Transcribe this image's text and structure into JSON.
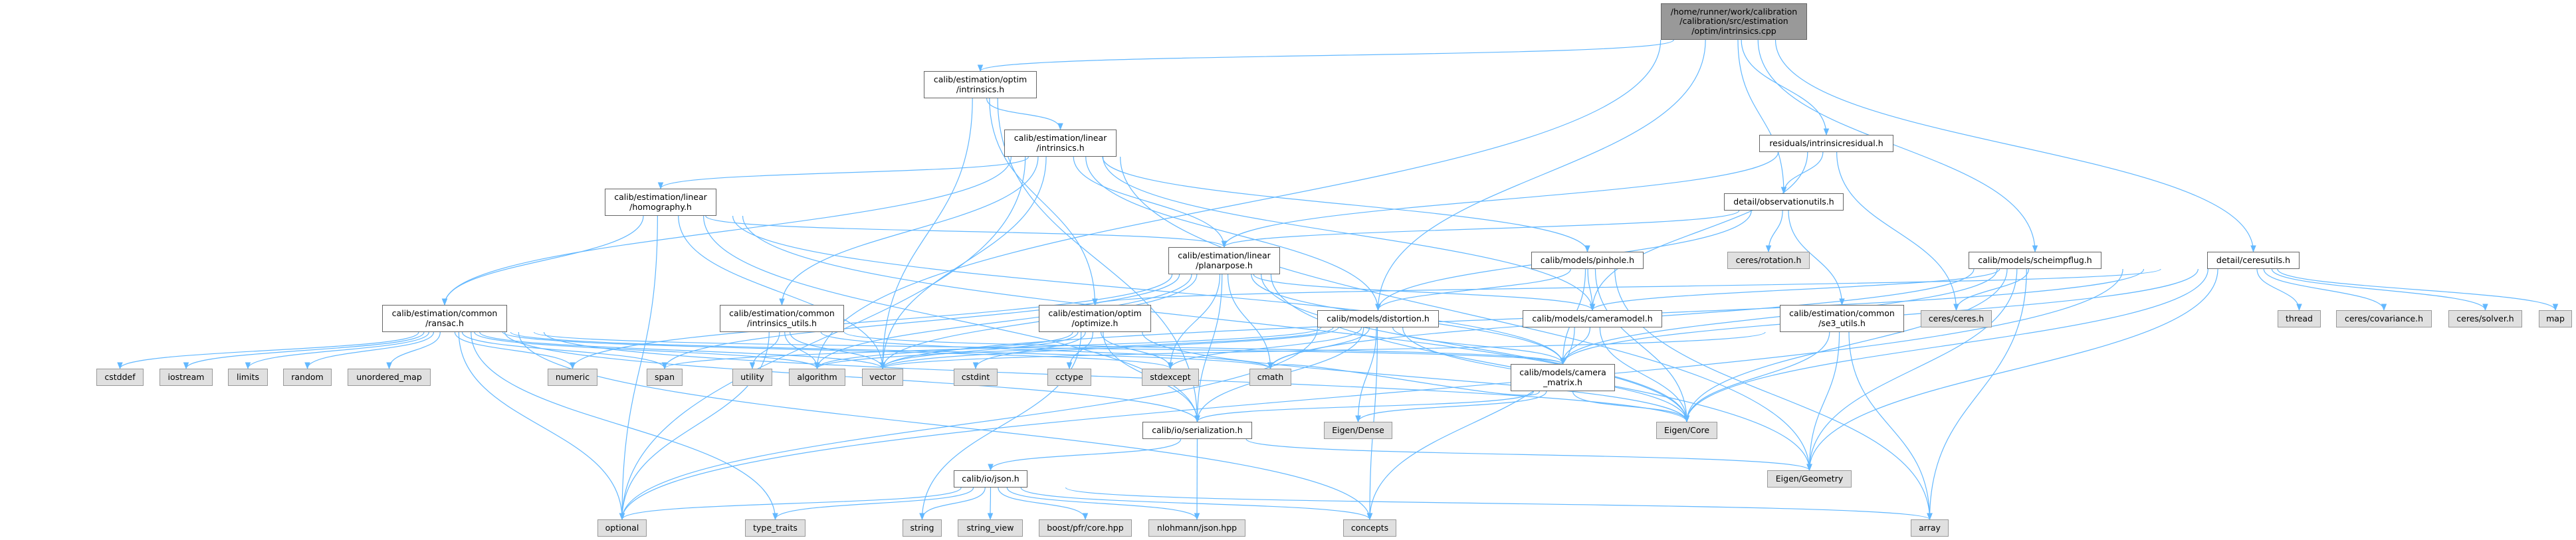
{
  "graph": {
    "edge_color": "#63b8ff",
    "nodes": {
      "main": {
        "kind": "main",
        "lines": [
          "/home/runner/work/calibration",
          "/calibration/src/estimation",
          "/optim/intrinsics.cpp"
        ]
      },
      "optim_intrinsics": {
        "kind": "file",
        "lines": [
          "calib/estimation/optim",
          "/intrinsics.h"
        ]
      },
      "linear_intrinsics": {
        "kind": "file",
        "lines": [
          "calib/estimation/linear",
          "/intrinsics.h"
        ]
      },
      "homography": {
        "kind": "file",
        "lines": [
          "calib/estimation/linear",
          "/homography.h"
        ]
      },
      "intrinsicresidual": {
        "kind": "file",
        "lines": [
          "residuals/intrinsicresidual.h"
        ]
      },
      "observationutils": {
        "kind": "file",
        "lines": [
          "detail/observationutils.h"
        ]
      },
      "planarpose": {
        "kind": "file",
        "lines": [
          "calib/estimation/linear",
          "/planarpose.h"
        ]
      },
      "pinhole": {
        "kind": "file",
        "lines": [
          "calib/models/pinhole.h"
        ]
      },
      "rotation": {
        "kind": "ext",
        "lines": [
          "ceres/rotation.h"
        ]
      },
      "scheimpflug": {
        "kind": "file",
        "lines": [
          "calib/models/scheimpflug.h"
        ]
      },
      "ceresutils": {
        "kind": "file",
        "lines": [
          "detail/ceresutils.h"
        ]
      },
      "ransac": {
        "kind": "file",
        "lines": [
          "calib/estimation/common",
          "/ransac.h"
        ]
      },
      "intrinsics_utils": {
        "kind": "file",
        "lines": [
          "calib/estimation/common",
          "/intrinsics_utils.h"
        ]
      },
      "optimize": {
        "kind": "file",
        "lines": [
          "calib/estimation/optim",
          "/optimize.h"
        ]
      },
      "distortion": {
        "kind": "file",
        "lines": [
          "calib/models/distortion.h"
        ]
      },
      "cameramodel": {
        "kind": "file",
        "lines": [
          "calib/models/cameramodel.h"
        ]
      },
      "se3_utils": {
        "kind": "file",
        "lines": [
          "calib/estimation/common",
          "/se3_utils.h"
        ]
      },
      "ceres_ceres": {
        "kind": "ext",
        "lines": [
          "ceres/ceres.h"
        ]
      },
      "thread": {
        "kind": "ext",
        "lines": [
          "thread"
        ]
      },
      "covariance": {
        "kind": "ext",
        "lines": [
          "ceres/covariance.h"
        ]
      },
      "solver": {
        "kind": "ext",
        "lines": [
          "ceres/solver.h"
        ]
      },
      "map": {
        "kind": "ext",
        "lines": [
          "map"
        ]
      },
      "cstddef": {
        "kind": "ext",
        "lines": [
          "cstddef"
        ]
      },
      "iostream": {
        "kind": "ext",
        "lines": [
          "iostream"
        ]
      },
      "limits": {
        "kind": "ext",
        "lines": [
          "limits"
        ]
      },
      "random": {
        "kind": "ext",
        "lines": [
          "random"
        ]
      },
      "unordered_map": {
        "kind": "ext",
        "lines": [
          "unordered_map"
        ]
      },
      "numeric": {
        "kind": "ext",
        "lines": [
          "numeric"
        ]
      },
      "span": {
        "kind": "ext",
        "lines": [
          "span"
        ]
      },
      "utility": {
        "kind": "ext",
        "lines": [
          "utility"
        ]
      },
      "algorithm": {
        "kind": "ext",
        "lines": [
          "algorithm"
        ]
      },
      "vector": {
        "kind": "ext",
        "lines": [
          "vector"
        ]
      },
      "cstdint": {
        "kind": "ext",
        "lines": [
          "cstdint"
        ]
      },
      "cctype": {
        "kind": "ext",
        "lines": [
          "cctype"
        ]
      },
      "stdexcept": {
        "kind": "ext",
        "lines": [
          "stdexcept"
        ]
      },
      "cmath": {
        "kind": "ext",
        "lines": [
          "cmath"
        ]
      },
      "camera_matrix": {
        "kind": "file",
        "lines": [
          "calib/models/camera",
          "_matrix.h"
        ]
      },
      "serialization": {
        "kind": "file",
        "lines": [
          "calib/io/serialization.h"
        ]
      },
      "eigen_dense": {
        "kind": "ext",
        "lines": [
          "Eigen/Dense"
        ]
      },
      "eigen_core": {
        "kind": "ext",
        "lines": [
          "Eigen/Core"
        ]
      },
      "json": {
        "kind": "file",
        "lines": [
          "calib/io/json.h"
        ]
      },
      "eigen_geometry": {
        "kind": "ext",
        "lines": [
          "Eigen/Geometry"
        ]
      },
      "optional": {
        "kind": "ext",
        "lines": [
          "optional"
        ]
      },
      "type_traits": {
        "kind": "ext",
        "lines": [
          "type_traits"
        ]
      },
      "string": {
        "kind": "ext",
        "lines": [
          "string"
        ]
      },
      "string_view": {
        "kind": "ext",
        "lines": [
          "string_view"
        ]
      },
      "boost": {
        "kind": "ext",
        "lines": [
          "boost/pfr/core.hpp"
        ]
      },
      "nlohmann": {
        "kind": "ext",
        "lines": [
          "nlohmann/json.hpp"
        ]
      },
      "concepts": {
        "kind": "ext",
        "lines": [
          "concepts"
        ]
      },
      "array": {
        "kind": "ext",
        "lines": [
          "array"
        ]
      }
    },
    "edges": [
      [
        "main",
        "optim_intrinsics"
      ],
      [
        "main",
        "observationutils"
      ],
      [
        "main",
        "intrinsicresidual"
      ],
      [
        "main",
        "scheimpflug"
      ],
      [
        "main",
        "ceresutils"
      ],
      [
        "main",
        "distortion"
      ],
      [
        "main",
        "algorithm"
      ],
      [
        "optim_intrinsics",
        "linear_intrinsics"
      ],
      [
        "optim_intrinsics",
        "optimize"
      ],
      [
        "optim_intrinsics",
        "vector"
      ],
      [
        "optim_intrinsics",
        "serialization"
      ],
      [
        "linear_intrinsics",
        "homography"
      ],
      [
        "linear_intrinsics",
        "ransac"
      ],
      [
        "linear_intrinsics",
        "intrinsics_utils"
      ],
      [
        "linear_intrinsics",
        "planarpose"
      ],
      [
        "linear_intrinsics",
        "distortion"
      ],
      [
        "linear_intrinsics",
        "cameramodel"
      ],
      [
        "linear_intrinsics",
        "pinhole"
      ],
      [
        "linear_intrinsics",
        "optional"
      ],
      [
        "linear_intrinsics",
        "vector"
      ],
      [
        "linear_intrinsics",
        "eigen_geometry"
      ],
      [
        "homography",
        "ransac"
      ],
      [
        "homography",
        "planarpose"
      ],
      [
        "homography",
        "optional"
      ],
      [
        "homography",
        "vector"
      ],
      [
        "homography",
        "eigen_core"
      ],
      [
        "homography",
        "serialization"
      ],
      [
        "homography",
        "camera_matrix"
      ],
      [
        "ransac",
        "cstddef"
      ],
      [
        "ransac",
        "iostream"
      ],
      [
        "ransac",
        "limits"
      ],
      [
        "ransac",
        "random"
      ],
      [
        "ransac",
        "unordered_map"
      ],
      [
        "ransac",
        "numeric"
      ],
      [
        "ransac",
        "span"
      ],
      [
        "ransac",
        "algorithm"
      ],
      [
        "ransac",
        "vector"
      ],
      [
        "ransac",
        "stdexcept"
      ],
      [
        "ransac",
        "cmath"
      ],
      [
        "ransac",
        "optional"
      ],
      [
        "ransac",
        "type_traits"
      ],
      [
        "ransac",
        "serialization"
      ],
      [
        "ransac",
        "eigen_core"
      ],
      [
        "ransac",
        "concepts"
      ],
      [
        "ransac",
        "camera_matrix"
      ],
      [
        "intrinsics_utils",
        "utility"
      ],
      [
        "intrinsics_utils",
        "algorithm"
      ],
      [
        "intrinsics_utils",
        "optional"
      ],
      [
        "intrinsics_utils",
        "vector"
      ],
      [
        "intrinsics_utils",
        "camera_matrix"
      ],
      [
        "intrinsics_utils",
        "cmath"
      ],
      [
        "planarpose",
        "stdexcept"
      ],
      [
        "planarpose",
        "serialization"
      ],
      [
        "planarpose",
        "cmath"
      ],
      [
        "planarpose",
        "algorithm"
      ],
      [
        "planarpose",
        "vector"
      ],
      [
        "planarpose",
        "numeric"
      ],
      [
        "planarpose",
        "span"
      ],
      [
        "planarpose",
        "camera_matrix"
      ],
      [
        "planarpose",
        "cameramodel"
      ],
      [
        "planarpose",
        "eigen_core"
      ],
      [
        "planarpose",
        "eigen_geometry"
      ],
      [
        "optimize",
        "cstdint"
      ],
      [
        "optimize",
        "cctype"
      ],
      [
        "optimize",
        "stdexcept"
      ],
      [
        "optimize",
        "vector"
      ],
      [
        "optimize",
        "algorithm"
      ],
      [
        "optimize",
        "serialization"
      ],
      [
        "optimize",
        "string"
      ],
      [
        "optimize",
        "eigen_core"
      ],
      [
        "distortion",
        "vector"
      ],
      [
        "distortion",
        "algorithm"
      ],
      [
        "distortion",
        "stdexcept"
      ],
      [
        "distortion",
        "camera_matrix"
      ],
      [
        "distortion",
        "eigen_dense"
      ],
      [
        "distortion",
        "eigen_core"
      ],
      [
        "distortion",
        "serialization"
      ],
      [
        "distortion",
        "concepts"
      ],
      [
        "distortion",
        "optional"
      ],
      [
        "distortion",
        "span"
      ],
      [
        "distortion",
        "cmath"
      ],
      [
        "pinhole",
        "distortion"
      ],
      [
        "pinhole",
        "cameramodel"
      ],
      [
        "pinhole",
        "camera_matrix"
      ],
      [
        "pinhole",
        "eigen_core"
      ],
      [
        "pinhole",
        "array"
      ],
      [
        "cameramodel",
        "camera_matrix"
      ],
      [
        "cameramodel",
        "eigen_core"
      ],
      [
        "cameramodel",
        "concepts"
      ],
      [
        "camera_matrix",
        "cmath"
      ],
      [
        "camera_matrix",
        "eigen_core"
      ],
      [
        "camera_matrix",
        "eigen_dense"
      ],
      [
        "camera_matrix",
        "serialization"
      ],
      [
        "serialization",
        "json"
      ],
      [
        "serialization",
        "nlohmann"
      ],
      [
        "serialization",
        "eigen_geometry"
      ],
      [
        "json",
        "string"
      ],
      [
        "json",
        "string_view"
      ],
      [
        "json",
        "boost"
      ],
      [
        "json",
        "nlohmann"
      ],
      [
        "json",
        "concepts"
      ],
      [
        "json",
        "optional"
      ],
      [
        "json",
        "type_traits"
      ],
      [
        "json",
        "array"
      ],
      [
        "intrinsicresidual",
        "observationutils"
      ],
      [
        "intrinsicresidual",
        "planarpose"
      ],
      [
        "intrinsicresidual",
        "ceres_ceres"
      ],
      [
        "intrinsicresidual",
        "cameramodel"
      ],
      [
        "observationutils",
        "planarpose"
      ],
      [
        "observationutils",
        "distortion"
      ],
      [
        "observationutils",
        "rotation"
      ],
      [
        "observationutils",
        "se3_utils"
      ],
      [
        "se3_utils",
        "eigen_core"
      ],
      [
        "se3_utils",
        "eigen_geometry"
      ],
      [
        "se3_utils",
        "array"
      ],
      [
        "se3_utils",
        "vector"
      ],
      [
        "scheimpflug",
        "cameramodel"
      ],
      [
        "scheimpflug",
        "ceres_ceres"
      ],
      [
        "scheimpflug",
        "eigen_core"
      ],
      [
        "scheimpflug",
        "eigen_geometry"
      ],
      [
        "scheimpflug",
        "array"
      ],
      [
        "scheimpflug",
        "camera_matrix"
      ],
      [
        "scheimpflug",
        "cmath"
      ],
      [
        "ceresutils",
        "optimize"
      ],
      [
        "ceresutils",
        "thread"
      ],
      [
        "ceresutils",
        "covariance"
      ],
      [
        "ceresutils",
        "solver"
      ],
      [
        "ceresutils",
        "map"
      ],
      [
        "ceresutils",
        "eigen_core"
      ],
      [
        "ceresutils",
        "eigen_geometry"
      ],
      [
        "ceresutils",
        "optional"
      ],
      [
        "ceresutils",
        "vector"
      ],
      [
        "ceresutils",
        "camera_matrix"
      ]
    ]
  }
}
